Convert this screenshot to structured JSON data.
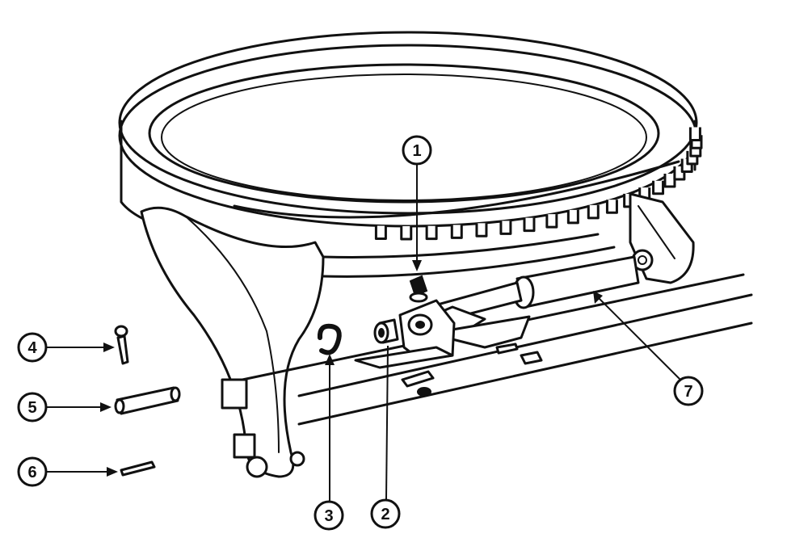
{
  "callouts": [
    {
      "id": "callout-1",
      "label": "1"
    },
    {
      "id": "callout-2",
      "label": "2"
    },
    {
      "id": "callout-3",
      "label": "3"
    },
    {
      "id": "callout-4",
      "label": "4"
    },
    {
      "id": "callout-5",
      "label": "5"
    },
    {
      "id": "callout-6",
      "label": "6"
    },
    {
      "id": "callout-7",
      "label": "7"
    }
  ]
}
